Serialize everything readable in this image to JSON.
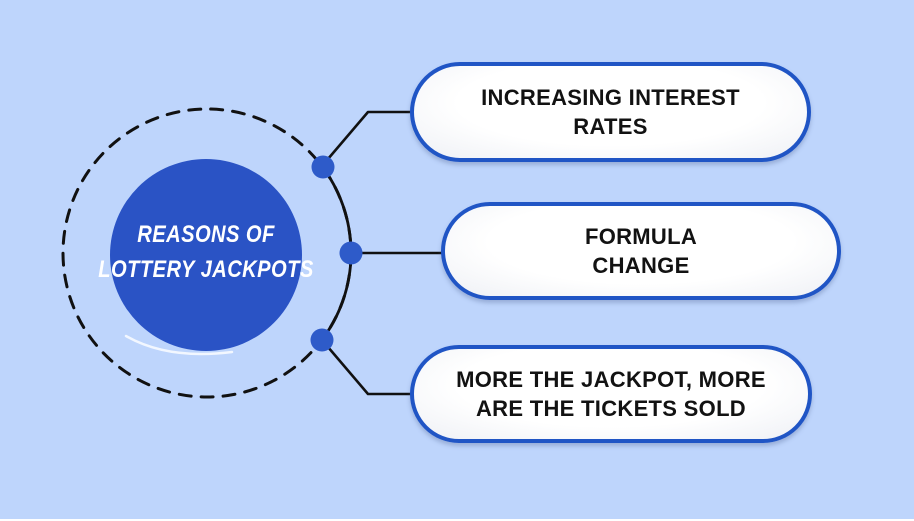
{
  "diagram": {
    "center_label": {
      "line1": "REASONS OF",
      "line2": "LOTTERY JACKPOTS"
    },
    "branches": [
      {
        "line1": "INCREASING INTEREST",
        "line2": "RATES"
      },
      {
        "line1": "FORMULA",
        "line2": "CHANGE"
      },
      {
        "line1": "MORE THE JACKPOT, MORE",
        "line2": "ARE THE TICKETS SOLD"
      }
    ],
    "colors": {
      "background": "#bed5fc",
      "center_circle_fill": "#2a53c5",
      "node_dot_fill": "#2e5bc9",
      "pill_border": "#2055c5",
      "pill_fill": "#ffffff",
      "connector_line": "#111111",
      "center_text": "#ffffff",
      "pill_text": "#121212",
      "brush_highlight": "#ffffff"
    }
  }
}
